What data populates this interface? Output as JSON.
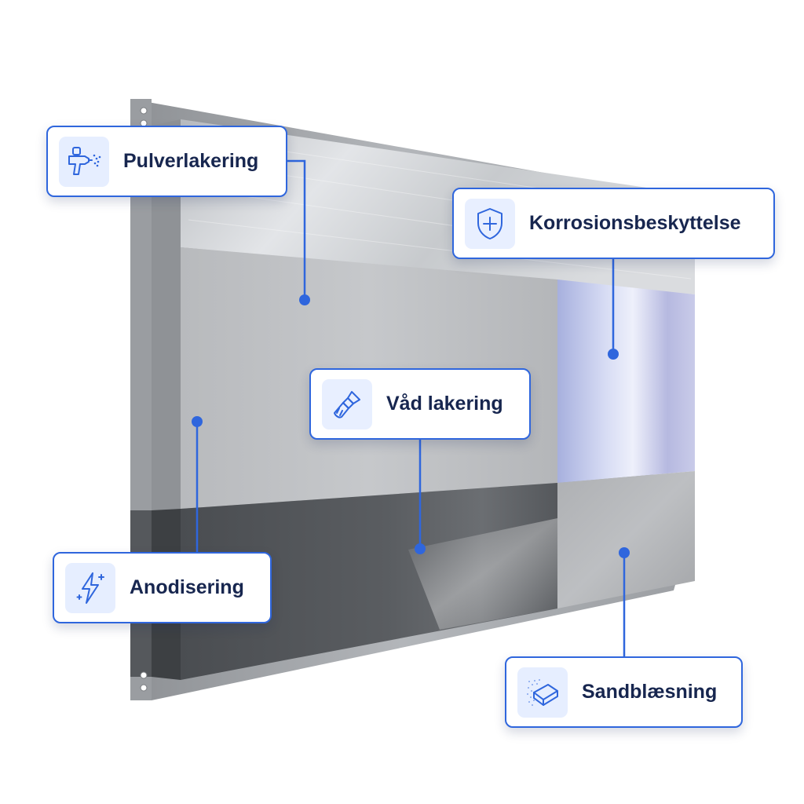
{
  "colors": {
    "accent": "#2f66dd",
    "label_text": "#17264f",
    "icon_tile": "#e6eeff"
  },
  "callouts": [
    {
      "id": "pulverlakering",
      "label": "Pulverlakering",
      "icon": "spray-gun-icon"
    },
    {
      "id": "korrosionsbeskyttelse",
      "label": "Korrosionsbeskyttelse",
      "icon": "shield-plus-icon"
    },
    {
      "id": "vaad-lakering",
      "label": "Våd lakering",
      "icon": "paintbrush-icon"
    },
    {
      "id": "anodisering",
      "label": "Anodisering",
      "icon": "lightning-sparkle-icon"
    },
    {
      "id": "sandblaesning",
      "label": "Sandblæsning",
      "icon": "sanding-block-icon"
    }
  ]
}
